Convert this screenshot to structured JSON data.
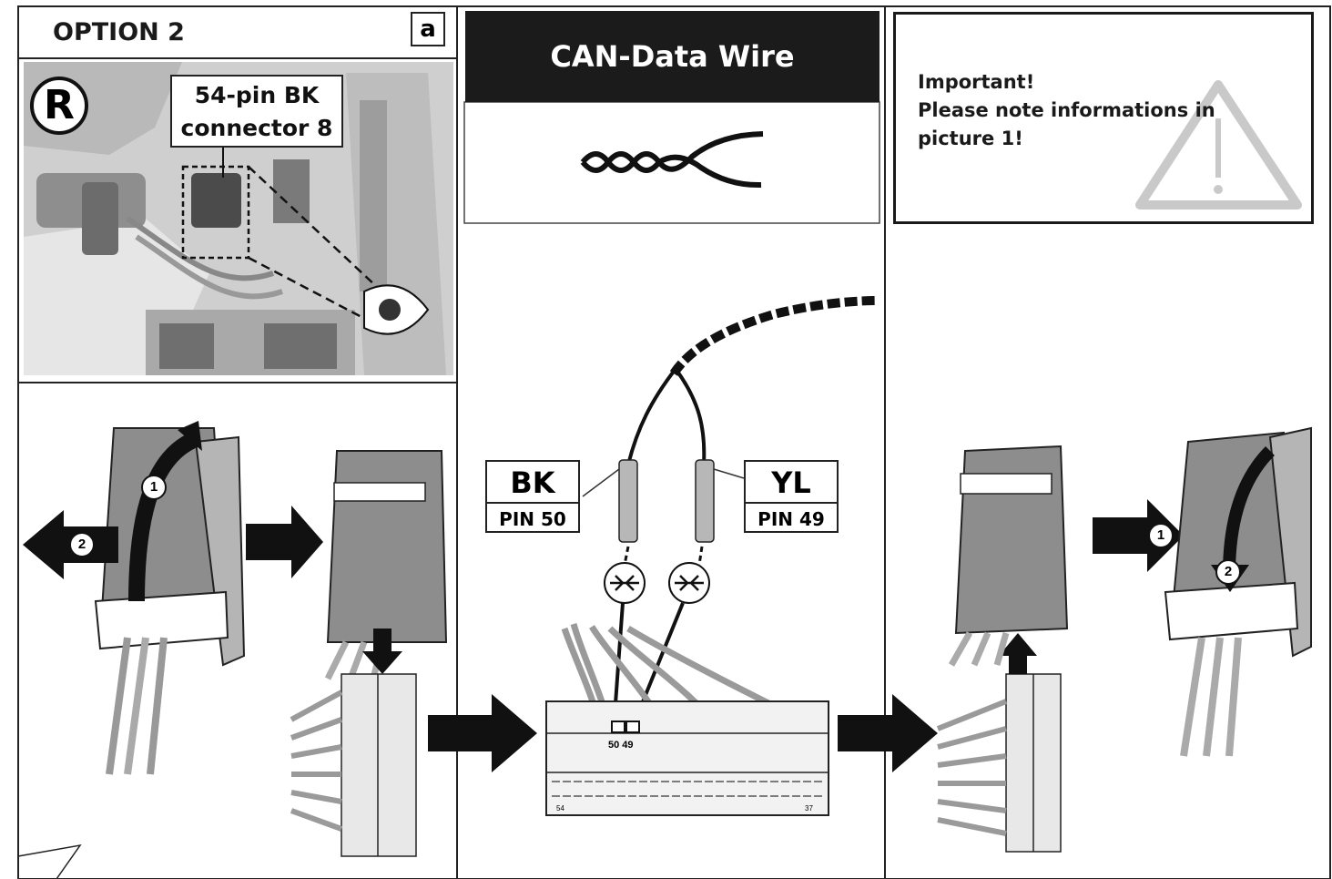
{
  "panel_a": {
    "title": "OPTION 2",
    "badge": "a",
    "side_badge": "R",
    "callout_line1": "54-pin BK",
    "callout_line2": "connector 8",
    "steps": [
      "1",
      "2"
    ]
  },
  "panel_b": {
    "title": "CAN-Data Wire",
    "wire1": {
      "color": "BK",
      "pin": "PIN 50"
    },
    "wire2": {
      "color": "YL",
      "pin": "PIN 49"
    },
    "pin_label": "50 49",
    "end_left": "54",
    "end_right": "37"
  },
  "panel_c": {
    "note_line1": "Important!",
    "note_line2": "Please note informations in",
    "note_line3": "picture 1!",
    "steps": [
      "1",
      "2"
    ]
  },
  "colors": {
    "black": "#1b1b1b",
    "grey": "#9a9a9a",
    "light_grey": "#cfcfcf",
    "arrow": "#1a1a1a"
  }
}
